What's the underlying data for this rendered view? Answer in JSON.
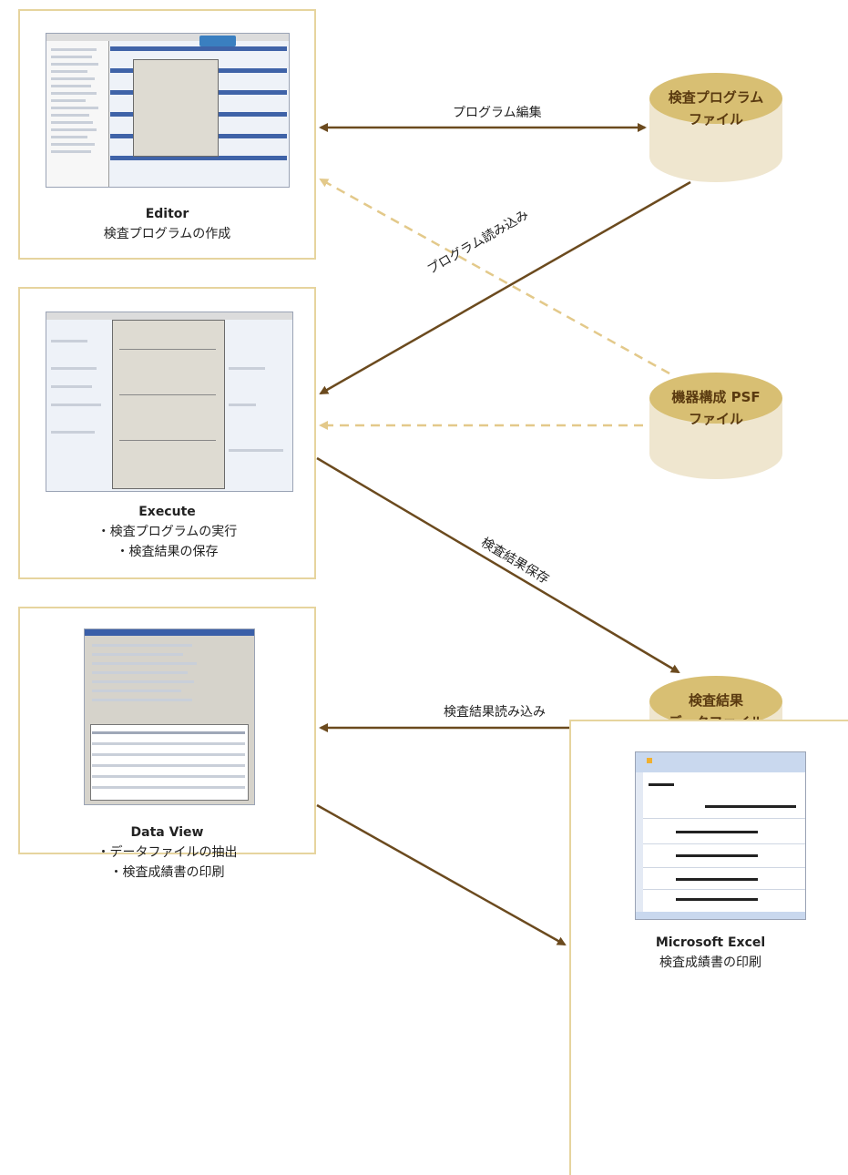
{
  "editor": {
    "title": "Editor",
    "desc": "検査プログラムの作成"
  },
  "execute": {
    "title": "Execute",
    "desc1": "・検査プログラムの実行",
    "desc2": "・検査結果の保存"
  },
  "dataview": {
    "title": "Data View",
    "desc1": "・データファイルの抽出",
    "desc2": "・検査成績書の印刷"
  },
  "excel": {
    "title": "Microsoft Excel",
    "desc": "検査成績書の印刷"
  },
  "cyl_program": {
    "line1": "検査プログラム",
    "line2": "ファイル"
  },
  "cyl_psf": {
    "line1": "機器構成 PSF",
    "line2": "ファイル"
  },
  "cyl_result": {
    "line1": "検査結果",
    "line2": "データファイル"
  },
  "arrows": {
    "edit": "プログラム編集",
    "load": "プログラム読み込み",
    "save": "検査結果保存",
    "read_result": "検査結果読み込み"
  },
  "colors": {
    "box_border": "#e6d49e",
    "arrow_solid": "#6b4a1e",
    "arrow_dashed": "#e3c98a",
    "cylinder": "#d8bf73"
  }
}
